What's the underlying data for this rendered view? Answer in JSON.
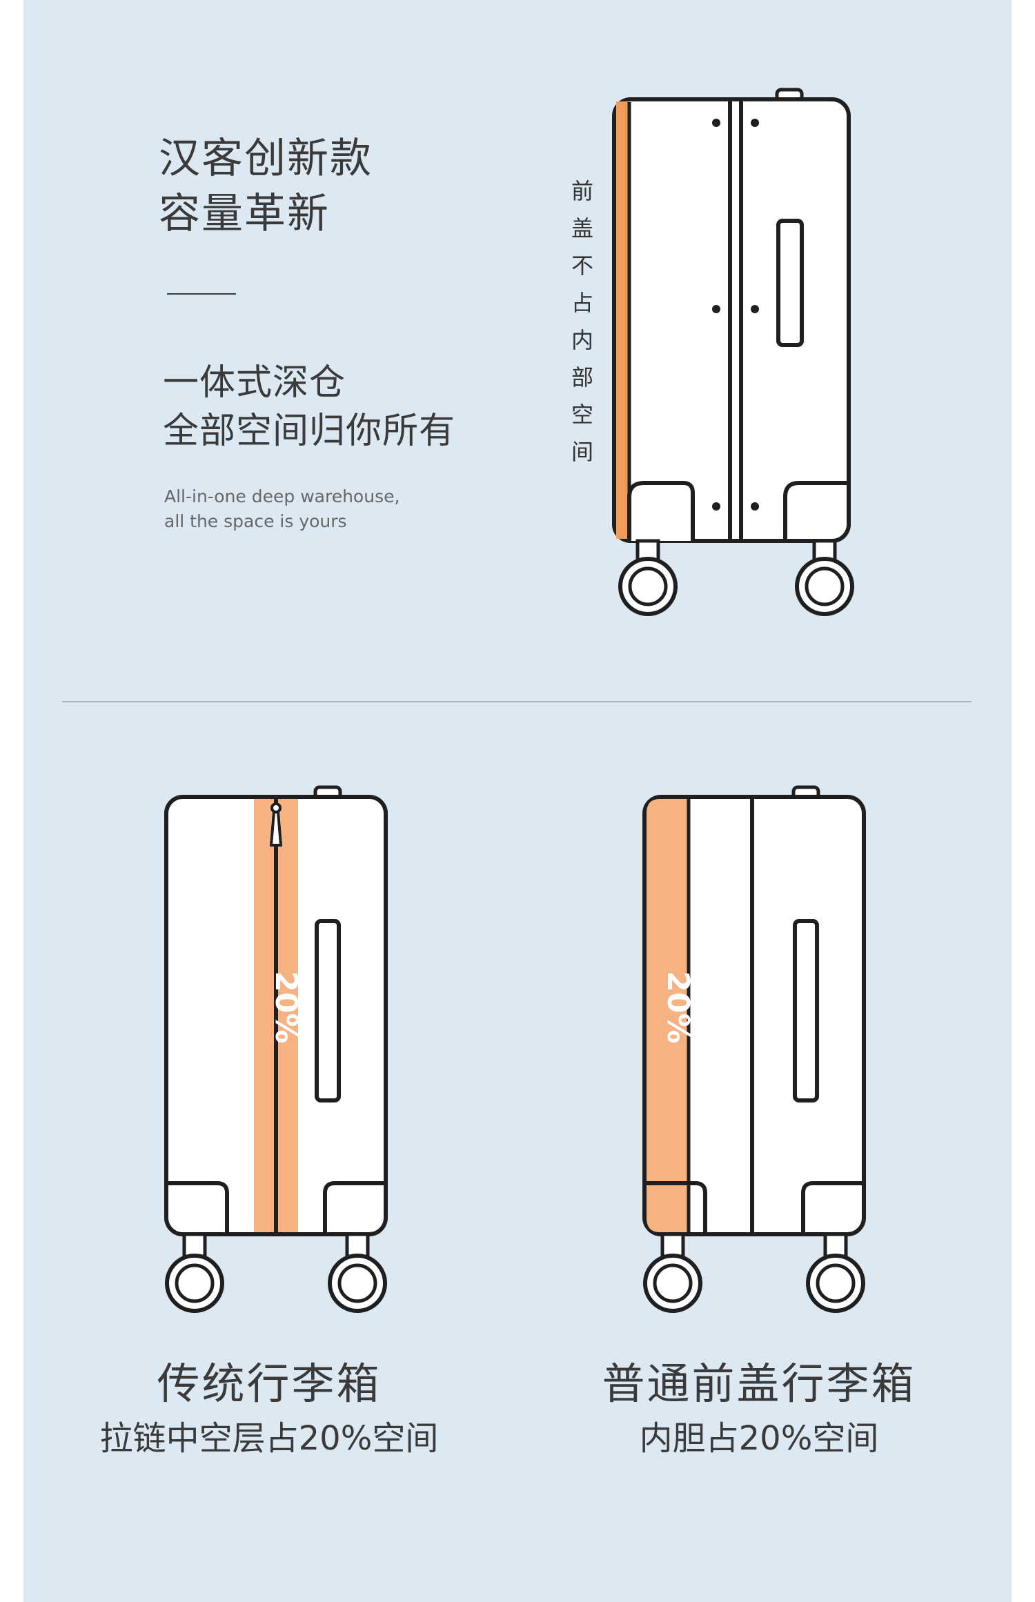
{
  "hero": {
    "title_line1": "汉客创新款",
    "title_line2": "容量革新",
    "subtitle_line1": "一体式深仓",
    "subtitle_line2": "全部空间归你所有",
    "english_line1": "All-in-one deep warehouse,",
    "english_line2": "all the space is yours",
    "vertical_label": [
      "前",
      "盖",
      "不",
      "占",
      "内",
      "部",
      "空",
      "间"
    ]
  },
  "comparison": {
    "traditional": {
      "badge": "20%",
      "title": "传统行李箱",
      "subtitle": "拉链中空层占20%空间"
    },
    "front_cover": {
      "badge": "20%",
      "title": "普通前盖行李箱",
      "subtitle": "内胆占20%空间"
    }
  },
  "colors": {
    "background": "#dce9f3",
    "accent_orange": "#f6b381",
    "accent_orange_dark": "#f29a58",
    "outline": "#1f1f1f",
    "text": "#3a3a3a"
  }
}
